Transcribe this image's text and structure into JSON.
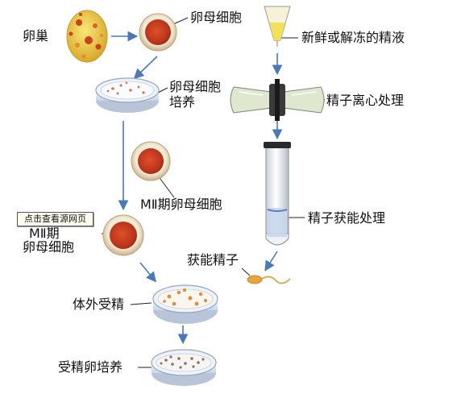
{
  "labels": {
    "ovary": "卵巢",
    "oocyte": "卵母细胞",
    "oocyte_culture": [
      "卵母细胞",
      "培养"
    ],
    "mii_oocyte": "MⅡ期卵母细胞",
    "mii_oocyte_2": [
      "MⅡ期",
      "卵母细胞"
    ],
    "semen": "新鲜或解冻的精液",
    "centrifuge": "精子离心处理",
    "capacitation_process": "精子获能处理",
    "capacitated_sperm": "获能精子",
    "ivf": "体外受精",
    "zygote_culture": "受精卵培养"
  },
  "tooltip": "点击查看源网页",
  "watermark": "",
  "colors": {
    "arrow": "#4a78b8",
    "egg_fill": "#c83a1c",
    "egg_ring": "#e8d7b8",
    "ovary": "#e8c43a",
    "ovary_spot": "#c8431c",
    "dish_rim": "#9aa4b8",
    "dish_fill": "#dfe9f5"
  }
}
